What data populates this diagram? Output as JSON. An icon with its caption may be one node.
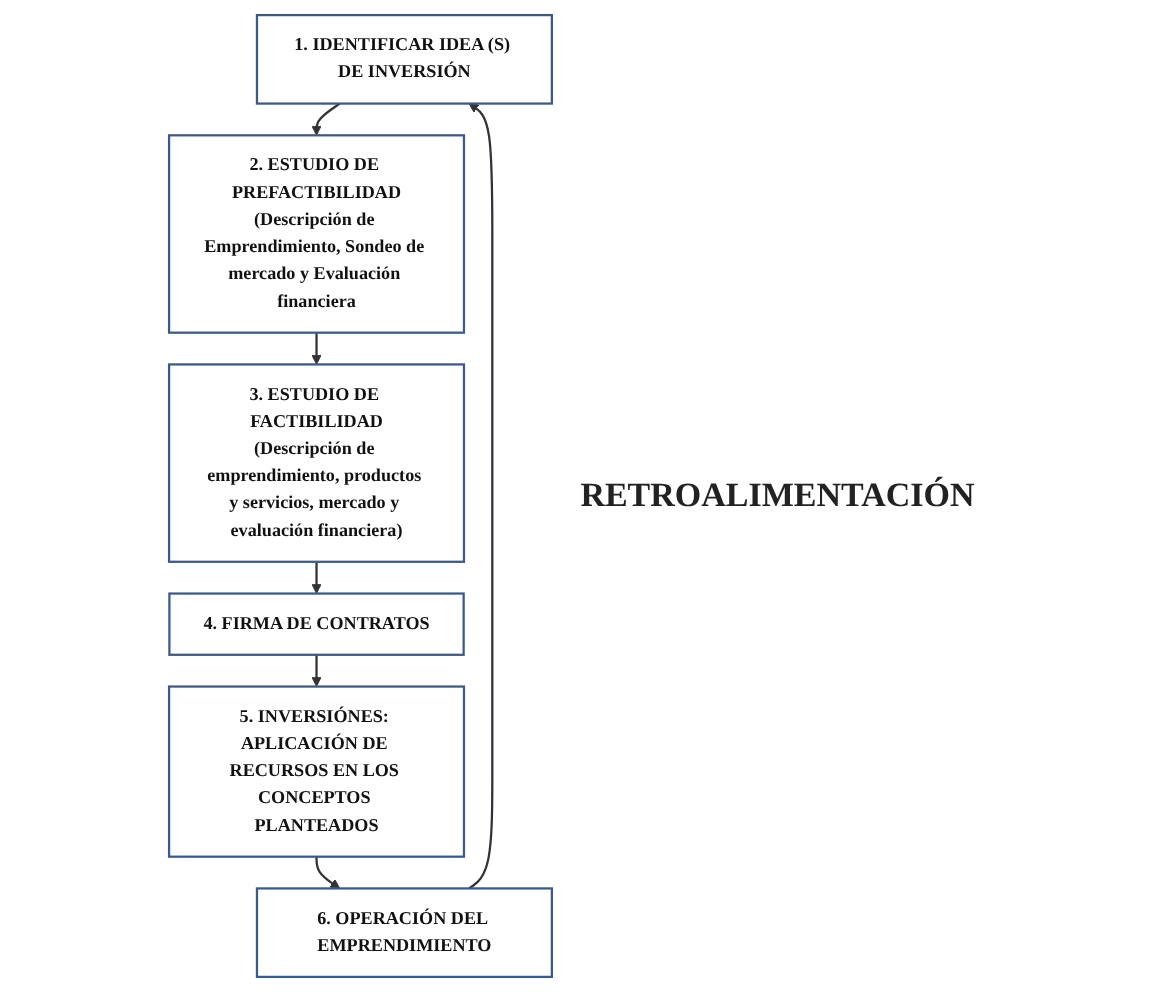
{
  "diagram": {
    "nodes": [
      {
        "text": [
          "1. IDENTIFICAR IDEA (S) DE INVERSIÓN"
        ]
      },
      {
        "text": [
          "2. ESTUDIO DE PREFACTIBILIDAD",
          "(Descripción de Emprendimiento, Sondeo de mercado y Evaluación financiera"
        ]
      },
      {
        "text": [
          "3. ESTUDIO DE FACTIBILIDAD",
          "(Descripción de emprendimiento, productos y servicios, mercado y evaluación financiera)"
        ]
      },
      {
        "text": [
          "4. FIRMA DE CONTRATOS"
        ]
      },
      {
        "text": [
          "5. INVERSIÓNES: APLICACIÓN DE RECURSOS EN LOS CONCEPTOS PLANTEADOS"
        ]
      },
      {
        "text": [
          "6. OPERACIÓN DEL EMPRENDIMIENTO"
        ]
      }
    ],
    "edges": [
      {
        "from": 0,
        "to": 1,
        "arrow": "to"
      },
      {
        "from": 1,
        "to": 2,
        "arrow": "to"
      },
      {
        "from": 2,
        "to": 3,
        "arrow": "to"
      },
      {
        "from": 3,
        "to": 4,
        "arrow": "to"
      },
      {
        "from": 4,
        "to": 5,
        "arrow": "to"
      },
      {
        "from": 5,
        "to": 0,
        "arrow": "to"
      }
    ],
    "labels": [
      "RETROALIMENTACIÓN"
    ]
  }
}
